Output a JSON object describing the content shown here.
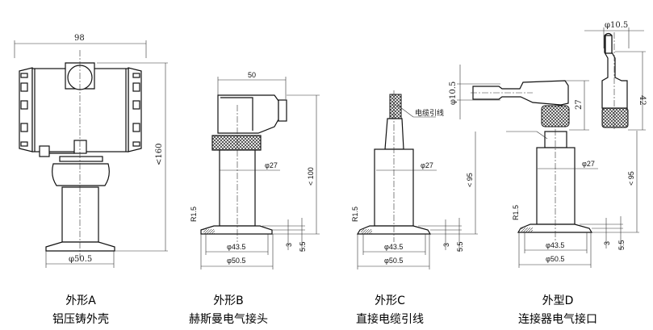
{
  "variants": [
    {
      "title": "外形A",
      "subtitle": "铝压铸外壳",
      "dims": {
        "width": "98",
        "height": "<160",
        "flange": "φ50.5"
      }
    },
    {
      "title": "外形B",
      "subtitle": "赫斯曼电气接头",
      "dims": {
        "width": "50",
        "height": "< 100",
        "stem": "φ27",
        "radius": "R1.5",
        "inner": "φ43.5",
        "outer": "φ50.5",
        "t1": "3",
        "t2": "5.5"
      }
    },
    {
      "title": "外形C",
      "subtitle": "直接电缆引线",
      "dims": {
        "cable_label": "电缆引线",
        "height": "< 95",
        "stem": "φ27",
        "radius": "R1.5",
        "inner": "φ43.5",
        "outer": "φ50.5",
        "t1": "3",
        "t2": "5.5"
      }
    },
    {
      "title": "外型D",
      "subtitle": "连接器电气接口",
      "dims": {
        "plug_dia_h": "φ10.5",
        "plug_dia_v": "φ10.5",
        "angle_h": "27",
        "plug_h": "42",
        "height": "< 95",
        "stem": "φ27",
        "radius": "R1.5",
        "inner": "φ43.5",
        "outer": "φ50.5",
        "t1": "3",
        "t2": "5.5"
      }
    }
  ]
}
